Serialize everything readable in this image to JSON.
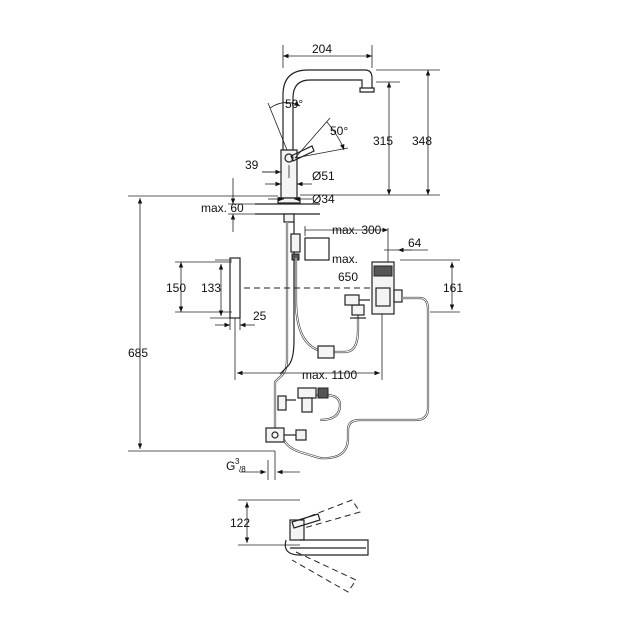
{
  "dimensions": {
    "spout_reach": "204",
    "spout_angle_1": "50°",
    "spout_angle_2": "50°",
    "height_spout": "315",
    "height_total": "348",
    "lever_offset": "39",
    "body_diameter": "Ø51",
    "base_diameter": "Ø34",
    "deck_thickness": "max. 60",
    "hose_box_offset": "max. 300",
    "box_width": "64",
    "box_offset": "max.",
    "box_offset_value": "650",
    "bracket_150": "150",
    "bracket_133": "133",
    "bracket_25": "25",
    "box_height": "161",
    "total_height": "685",
    "hose_length": "max. 1100",
    "thread_main": "G",
    "thread_sup": "3",
    "thread_sub": "/8",
    "side_height": "122"
  }
}
